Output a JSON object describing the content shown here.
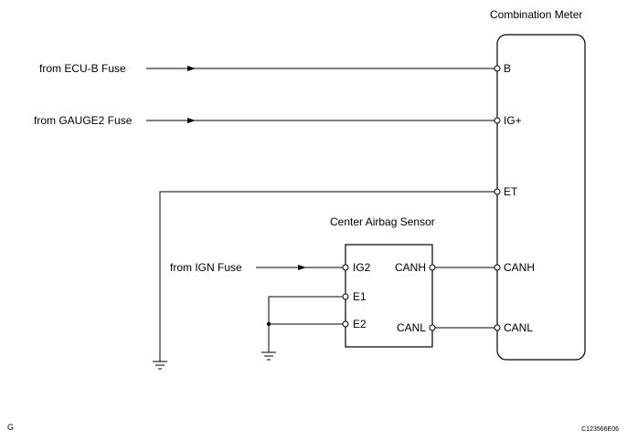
{
  "combination_meter": {
    "title": "Combination Meter",
    "pins": [
      "B",
      "IG+",
      "ET",
      "CANH",
      "CANL"
    ]
  },
  "center_airbag_sensor": {
    "title": "Center Airbag Sensor",
    "left_pins": [
      "IG2",
      "E1",
      "E2"
    ],
    "right_pins": [
      "CANH",
      "CANL"
    ]
  },
  "sources": {
    "ecu_b": "from ECU-B Fuse",
    "gauge2": "from GAUGE2 Fuse",
    "ign": "from IGN Fuse"
  },
  "footer": {
    "left_mark": "G",
    "figure_code": "C123566E06"
  }
}
